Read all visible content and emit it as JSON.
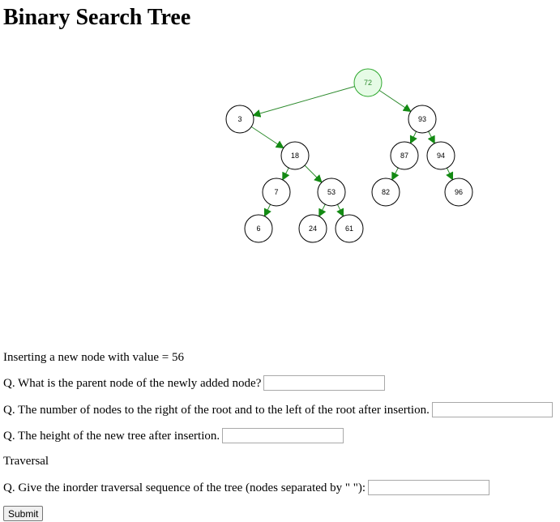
{
  "page": {
    "title": "Binary Search Tree"
  },
  "colors": {
    "edge": "#2e8b2e",
    "arrowhead": "#138a13",
    "highlight_fill": "#e6fbe6",
    "highlight_stroke": "#2ea82e",
    "highlight_text": "#2e8b2e",
    "node_stroke": "#000000"
  },
  "tree": {
    "root": "72",
    "highlighted": "72",
    "nodes": [
      {
        "id": "72",
        "label": "72"
      },
      {
        "id": "3",
        "label": "3"
      },
      {
        "id": "93",
        "label": "93"
      },
      {
        "id": "18",
        "label": "18"
      },
      {
        "id": "87",
        "label": "87"
      },
      {
        "id": "94",
        "label": "94"
      },
      {
        "id": "7",
        "label": "7"
      },
      {
        "id": "53",
        "label": "53"
      },
      {
        "id": "82",
        "label": "82"
      },
      {
        "id": "96",
        "label": "96"
      },
      {
        "id": "6",
        "label": "6"
      },
      {
        "id": "24",
        "label": "24"
      },
      {
        "id": "61",
        "label": "61"
      }
    ],
    "edges": [
      {
        "from": "72",
        "to": "3"
      },
      {
        "from": "72",
        "to": "93"
      },
      {
        "from": "3",
        "to": "18"
      },
      {
        "from": "93",
        "to": "87"
      },
      {
        "from": "93",
        "to": "94"
      },
      {
        "from": "18",
        "to": "7"
      },
      {
        "from": "18",
        "to": "53"
      },
      {
        "from": "87",
        "to": "82"
      },
      {
        "from": "94",
        "to": "96"
      },
      {
        "from": "7",
        "to": "6"
      },
      {
        "from": "53",
        "to": "24"
      },
      {
        "from": "53",
        "to": "61"
      }
    ]
  },
  "insert_text": "Inserting a new node with value = 56",
  "questions": {
    "q1": {
      "label": "Q. What is the parent node of the newly added node?",
      "value": ""
    },
    "q2": {
      "label": "Q. The number of nodes to the right of the root and to the left of the root after insertion.",
      "value": ""
    },
    "q3": {
      "label": "Q. The height of the new tree after insertion.",
      "value": ""
    },
    "q4": {
      "label": "Q. Give the inorder traversal sequence of the tree (nodes separated by \" \"):",
      "value": ""
    }
  },
  "traversal_label": "Traversal",
  "submit_label": "Submit"
}
